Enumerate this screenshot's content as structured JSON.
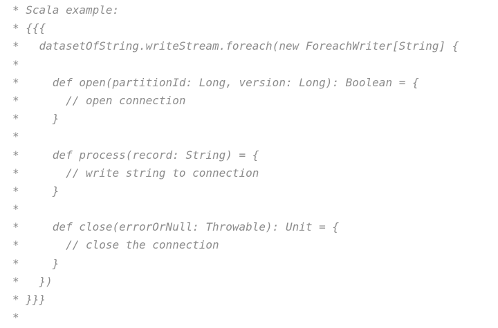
{
  "colors": {
    "comment": "#8c8c8c",
    "background": "#ffffff"
  },
  "lines": [
    "* Scala example:",
    "* {{{",
    "*   datasetOfString.writeStream.foreach(new ForeachWriter[String] {",
    "*",
    "*     def open(partitionId: Long, version: Long): Boolean = {",
    "*       // open connection",
    "*     }",
    "*",
    "*     def process(record: String) = {",
    "*       // write string to connection",
    "*     }",
    "*",
    "*     def close(errorOrNull: Throwable): Unit = {",
    "*       // close the connection",
    "*     }",
    "*   })",
    "* }}}",
    "*"
  ]
}
